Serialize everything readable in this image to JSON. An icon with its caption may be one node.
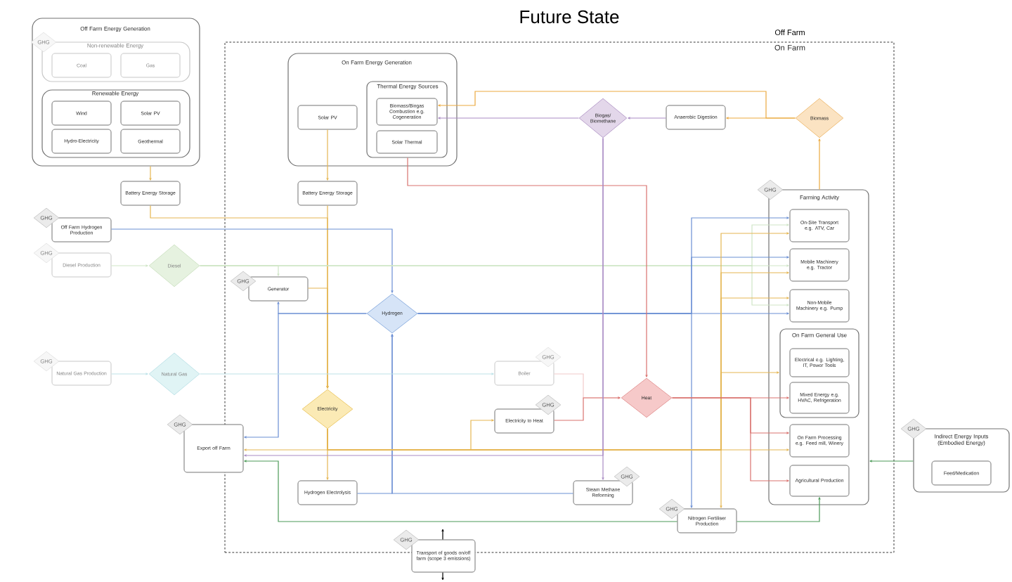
{
  "diagram": {
    "title": "Future State",
    "nodes": [
      {
        "text": [
          "Off Farm Energy Generation"
        ]
      },
      {
        "text": [
          "Non-renewable Energy"
        ],
        "in": 0
      },
      {
        "text": [
          "Coal"
        ],
        "in": 1
      },
      {
        "text": [
          "Gas"
        ],
        "in": 1
      },
      {
        "text": [
          "Renewable Energy"
        ],
        "in": 0
      },
      {
        "text": [
          "Wind"
        ],
        "in": 4
      },
      {
        "text": [
          "Solar PV"
        ],
        "in": 4
      },
      {
        "text": [
          "Hydro-Electricity"
        ],
        "in": 4
      },
      {
        "text": [
          "Geothermal"
        ],
        "in": 4
      },
      {
        "text": [
          "GHG"
        ],
        "in": 0
      },
      {
        "text": [
          "Battery Energy Storage"
        ]
      },
      {
        "text": [
          "Off Farm Hydrogen Production"
        ]
      },
      {
        "text": [
          "GHG"
        ]
      },
      {
        "text": [
          "Diesel Production"
        ]
      },
      {
        "text": [
          "GHG"
        ]
      },
      {
        "text": [
          "Diesel"
        ]
      },
      {
        "text": [
          "Natural Gas Production"
        ]
      },
      {
        "text": [
          "GHG"
        ]
      },
      {
        "text": [
          "Natural Gas"
        ]
      },
      {
        "text": [
          "On Farm"
        ]
      },
      {
        "text": [
          "On Farm Energy Generation"
        ],
        "in": 19
      },
      {
        "text": [
          "Solar PV"
        ],
        "in": 20
      },
      {
        "text": [
          "Thermal Energy Sources"
        ],
        "in": 20
      },
      {
        "text": [
          "Biomass/Biogas Combustion e.g. Cogeneration"
        ],
        "in": 22
      },
      {
        "text": [
          "Solar Thermal"
        ],
        "in": 22
      },
      {
        "text": [
          "Biogas/ Biomethane"
        ],
        "in": 19
      },
      {
        "text": [
          "Anaerobic Digestion"
        ],
        "in": 19
      },
      {
        "text": [
          "Biomass"
        ],
        "in": 19
      },
      {
        "text": [
          "Battery Energy Storage"
        ],
        "in": 19
      },
      {
        "text": [
          "Generator"
        ],
        "in": 19
      },
      {
        "text": [
          "GHG"
        ],
        "in": 19
      },
      {
        "text": [
          "Hydrogen"
        ],
        "in": 19
      },
      {
        "text": [
          "Farming Activity"
        ],
        "in": 19
      },
      {
        "text": [
          "GHG"
        ],
        "in": 19
      },
      {
        "text": [
          "On-Site Transport e.g. ATV, Car"
        ],
        "in": 32
      },
      {
        "text": [
          "Mobile Machinery e.g. Tractor"
        ],
        "in": 32
      },
      {
        "text": [
          "Non-Mobile Machinery e.g. Pump"
        ],
        "in": 32
      },
      {
        "text": [
          "On Farm General Use"
        ],
        "in": 32
      },
      {
        "text": [
          "Electrical e.g. Lighting, IT, Power Tools"
        ],
        "in": 37
      },
      {
        "text": [
          "Mixed Energy e.g. HVAC, Refrigeration"
        ],
        "in": 37
      },
      {
        "text": [
          "On Farm Processing e.g. Feed mill, Winery"
        ],
        "in": 32
      },
      {
        "text": [
          "Agricultural Production"
        ],
        "in": 32
      },
      {
        "text": [
          "Boiler"
        ],
        "in": 19
      },
      {
        "text": [
          "GHG"
        ],
        "in": 19
      },
      {
        "text": [
          "Electricity to Heat"
        ],
        "in": 19
      },
      {
        "text": [
          "GHG"
        ],
        "in": 19
      },
      {
        "text": [
          "Heat"
        ],
        "in": 19
      },
      {
        "text": [
          "Electricity"
        ],
        "in": 19
      },
      {
        "text": [
          "Export off Farm"
        ]
      },
      {
        "text": [
          "GHG"
        ]
      },
      {
        "text": [
          "Hydrogen Electrolysis"
        ],
        "in": 19
      },
      {
        "text": [
          "Steam Methane Reforming"
        ],
        "in": 19
      },
      {
        "text": [
          "GHG"
        ],
        "in": 19
      },
      {
        "text": [
          "Nitrogen Fertiliser Production"
        ],
        "in": 19
      },
      {
        "text": [
          "GHG"
        ],
        "in": 19
      },
      {
        "text": [
          "Transport of goods on/off farm (scope 3 emissions)"
        ]
      },
      {
        "text": [
          "GHG"
        ],
        "in": 19
      },
      {
        "text": [
          "Indirect Energy Inputs (Embodied Energy)"
        ]
      },
      {
        "text": [
          "GHG"
        ]
      },
      {
        "text": [
          "Feed/Medication"
        ],
        "in": 57
      }
    ],
    "edges": [
      {
        "from": 0,
        "to": 10,
        "arrow": "to",
        "color": "#e5b652"
      },
      {
        "from": 10,
        "to": 47,
        "arrow": "to",
        "color": "#e5b652"
      },
      {
        "from": 28,
        "to": 47,
        "arrow": "to",
        "color": "#e5b652"
      },
      {
        "from": 21,
        "to": 28,
        "arrow": "to",
        "color": "#e5b652"
      },
      {
        "from": 29,
        "to": 47,
        "arrow": "to",
        "color": "#e5b652"
      },
      {
        "from": 11,
        "to": 31,
        "arrow": "to",
        "color": "#6b8fd4"
      },
      {
        "from": 13,
        "to": 15,
        "arrow": "to",
        "color": "#cfe5c6"
      },
      {
        "from": 15,
        "to": 29,
        "arrow": "to",
        "color": "#cfe5c6"
      },
      {
        "from": 15,
        "to": 34,
        "arrow": "to",
        "color": "#cfe5c6"
      },
      {
        "from": 15,
        "to": 35,
        "arrow": "to",
        "color": "#cfe5c6"
      },
      {
        "from": 15,
        "to": 36,
        "arrow": "to",
        "color": "#cfe5c6"
      },
      {
        "from": 50,
        "to": 31,
        "arrow": "to",
        "color": "#6b8fd4"
      },
      {
        "from": 51,
        "to": 31,
        "arrow": "to",
        "color": "#6b8fd4"
      },
      {
        "from": 31,
        "to": 29,
        "arrow": "to",
        "color": "#6b8fd4"
      },
      {
        "from": 31,
        "to": 48,
        "arrow": "to",
        "color": "#6b8fd4"
      },
      {
        "from": 31,
        "to": 53,
        "arrow": "to",
        "color": "#6b8fd4"
      },
      {
        "from": 31,
        "to": 34,
        "arrow": "to",
        "color": "#6b8fd4"
      },
      {
        "from": 31,
        "to": 35,
        "arrow": "to",
        "color": "#6b8fd4"
      },
      {
        "from": 31,
        "to": 36,
        "arrow": "to",
        "color": "#6b8fd4"
      },
      {
        "from": 47,
        "to": 50,
        "arrow": "to",
        "color": "#e5b652"
      },
      {
        "from": 47,
        "to": 44,
        "arrow": "to",
        "color": "#e5b652"
      },
      {
        "from": 47,
        "to": 48,
        "arrow": "to",
        "color": "#e5b652"
      },
      {
        "from": 47,
        "to": 53,
        "arrow": "to",
        "color": "#e5b652"
      },
      {
        "from": 47,
        "to": 34,
        "arrow": "to",
        "color": "#e5b652"
      },
      {
        "from": 47,
        "to": 35,
        "arrow": "to",
        "color": "#e5b652"
      },
      {
        "from": 47,
        "to": 36,
        "arrow": "to",
        "color": "#e5b652"
      },
      {
        "from": 47,
        "to": 37,
        "arrow": "to",
        "color": "#e5b652"
      },
      {
        "from": 47,
        "to": 40,
        "arrow": "to",
        "color": "#e5b652"
      },
      {
        "from": 16,
        "to": 18,
        "arrow": "to",
        "color": "#bde2e8"
      },
      {
        "from": 18,
        "to": 42,
        "arrow": "to",
        "color": "#bde2e8"
      },
      {
        "from": 42,
        "to": 46,
        "arrow": "to",
        "color": "#f2caca"
      },
      {
        "from": 44,
        "to": 46,
        "arrow": "to",
        "color": "#d9726f"
      },
      {
        "from": 22,
        "to": 46,
        "arrow": "to",
        "color": "#d9726f"
      },
      {
        "from": 46,
        "to": 39,
        "arrow": "to",
        "color": "#d9726f"
      },
      {
        "from": 46,
        "to": 40,
        "arrow": "to",
        "color": "#d9726f"
      },
      {
        "from": 46,
        "to": 41,
        "arrow": "to",
        "color": "#d9726f"
      },
      {
        "from": 32,
        "to": 27,
        "arrow": "to",
        "color": "#eba93f"
      },
      {
        "from": 27,
        "to": 26,
        "arrow": "to",
        "color": "#eba93f"
      },
      {
        "from": 27,
        "to": 23,
        "arrow": "to",
        "color": "#eba93f"
      },
      {
        "from": 26,
        "to": 25,
        "arrow": "to",
        "color": "#a98bc4"
      },
      {
        "from": 25,
        "to": 23,
        "arrow": "to",
        "color": "#a98bc4"
      },
      {
        "from": 25,
        "to": 51,
        "arrow": "to",
        "color": "#a98bc4"
      },
      {
        "from": 25,
        "to": 48,
        "arrow": "to",
        "color": "#a98bc4"
      },
      {
        "from": 53,
        "to": 41,
        "arrow": "to",
        "color": "#4c9a58"
      },
      {
        "from": 53,
        "to": 48,
        "arrow": "to",
        "color": "#4c9a58"
      },
      {
        "from": 57,
        "to": 32,
        "arrow": "to",
        "color": "#4c9a58"
      },
      {
        "from": 55,
        "to": null,
        "arrow": "to",
        "color": "#000000"
      },
      {
        "from": 55,
        "to": null,
        "arrow": "to",
        "color": "#000000"
      }
    ],
    "labels": [
      "Off Farm"
    ]
  }
}
